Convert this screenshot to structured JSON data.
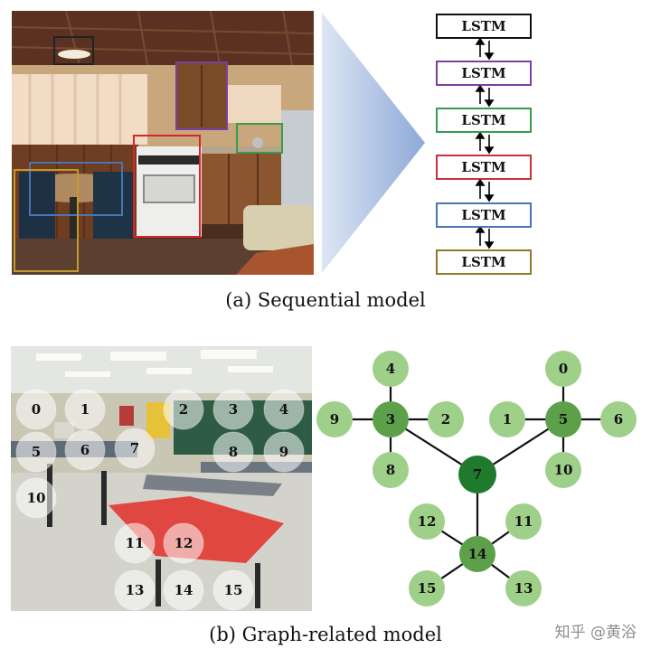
{
  "top": {
    "caption": "(a)  Sequential model",
    "lstm_label": "LSTM",
    "lstm_colors": [
      "#111111",
      "#7b3fa0",
      "#3a9a4d",
      "#c8303a",
      "#4a74b4",
      "#8f7a2a"
    ],
    "bbox_colors": {
      "lamp": "#222222",
      "cabinet": "#7b3fa0",
      "kettle": "#3a9a4d",
      "stove": "#d9252a",
      "table": "#4a74b4",
      "chair": "#c39a2a"
    }
  },
  "bottom": {
    "caption": "(b)  Graph-related model",
    "photo_bubbles": [
      "0",
      "1",
      "2",
      "3",
      "4",
      "5",
      "6",
      "7",
      "8",
      "9",
      "10",
      "11",
      "12",
      "13",
      "14",
      "15"
    ],
    "graph_nodes": [
      {
        "id": "4",
        "shade": "light"
      },
      {
        "id": "0",
        "shade": "light"
      },
      {
        "id": "9",
        "shade": "light"
      },
      {
        "id": "3",
        "shade": "mid"
      },
      {
        "id": "2",
        "shade": "light"
      },
      {
        "id": "1",
        "shade": "light"
      },
      {
        "id": "5",
        "shade": "mid"
      },
      {
        "id": "6",
        "shade": "light"
      },
      {
        "id": "8",
        "shade": "light"
      },
      {
        "id": "7",
        "shade": "dark"
      },
      {
        "id": "10",
        "shade": "light"
      },
      {
        "id": "12",
        "shade": "light"
      },
      {
        "id": "11",
        "shade": "light"
      },
      {
        "id": "14",
        "shade": "mid"
      },
      {
        "id": "15",
        "shade": "light"
      },
      {
        "id": "13",
        "shade": "light"
      }
    ],
    "edges": [
      [
        "3",
        "4"
      ],
      [
        "3",
        "9"
      ],
      [
        "3",
        "2"
      ],
      [
        "3",
        "8"
      ],
      [
        "5",
        "0"
      ],
      [
        "5",
        "1"
      ],
      [
        "5",
        "6"
      ],
      [
        "5",
        "10"
      ],
      [
        "3",
        "7"
      ],
      [
        "5",
        "7"
      ],
      [
        "7",
        "14"
      ],
      [
        "14",
        "12"
      ],
      [
        "14",
        "11"
      ],
      [
        "14",
        "15"
      ],
      [
        "14",
        "13"
      ]
    ],
    "shade_colors": {
      "light": "#9fd089",
      "mid": "#5da04a",
      "dark": "#1f7a2e"
    }
  },
  "watermark": "知乎 @黄浴"
}
